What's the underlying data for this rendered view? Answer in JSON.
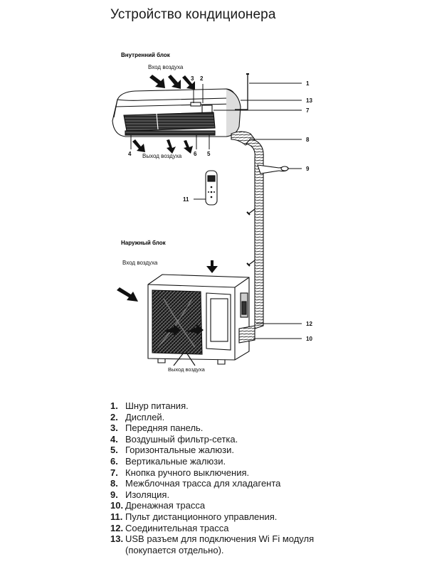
{
  "title": "Устройство кондиционера",
  "diagram": {
    "indoor_heading": "Внутренний блок",
    "outdoor_heading": "Наружный блок",
    "indoor_air_in": "Вход воздуха",
    "indoor_air_out": "Выход воздуха",
    "outdoor_air_in": "Вход воздуха",
    "outdoor_air_out": "Выход воздуха",
    "callouts": {
      "c1": "1",
      "c2": "2",
      "c3": "3",
      "c4": "4",
      "c5": "5",
      "c6": "6",
      "c7": "7",
      "c8": "8",
      "c9": "9",
      "c10": "10",
      "c11": "11",
      "c12": "12",
      "c13": "13"
    }
  },
  "legend": [
    {
      "num": "1.",
      "text": "Шнур питания."
    },
    {
      "num": "2.",
      "text": "Дисплей."
    },
    {
      "num": "3.",
      "text": "Передняя панель."
    },
    {
      "num": "4.",
      "text": "Воздушный фильтр-сетка."
    },
    {
      "num": "5.",
      "text": "Горизонтальные жалюзи."
    },
    {
      "num": "6.",
      "text": "Вертикальные жалюзи."
    },
    {
      "num": "7.",
      "text": "Кнопка ручного выключения."
    },
    {
      "num": "8.",
      "text": "Межблочная трасса для хладагента"
    },
    {
      "num": "9.",
      "text": "Изоляция."
    },
    {
      "num": "10.",
      "text": "Дренажная трасса"
    },
    {
      "num": "11.",
      "text": "Пульт дистанционного управления."
    },
    {
      "num": "12.",
      "text": "Соединительная трасса"
    },
    {
      "num": "13.",
      "text": "USB разъем для подключения Wi Fi модуля (покупается отдельно)."
    }
  ]
}
